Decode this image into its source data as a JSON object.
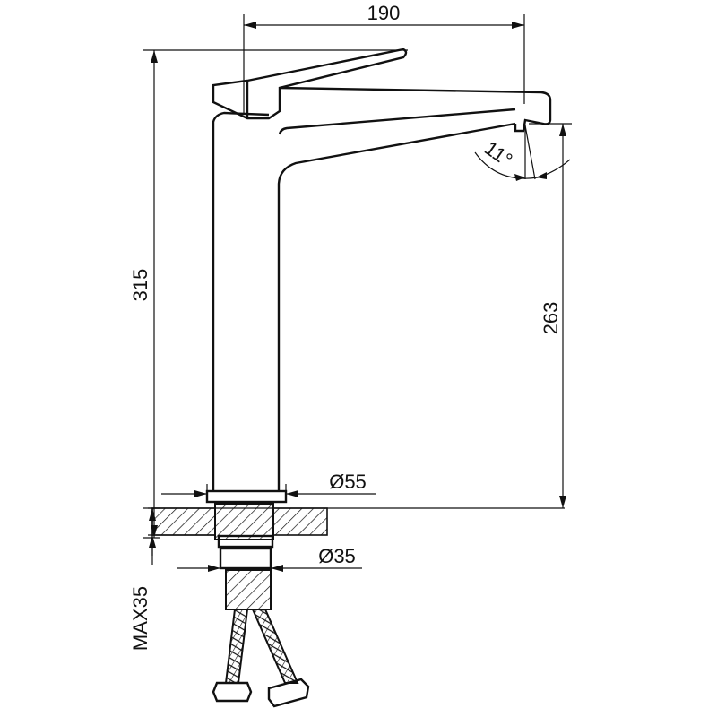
{
  "dimensions": {
    "width_top": "190",
    "height_total": "315",
    "spout_height": "263",
    "spout_angle": "11°",
    "base_diameter": "Ø55",
    "shank_diameter": "Ø35",
    "max_thickness": "MAX35"
  },
  "colors": {
    "line": "#111111",
    "background": "#ffffff"
  }
}
